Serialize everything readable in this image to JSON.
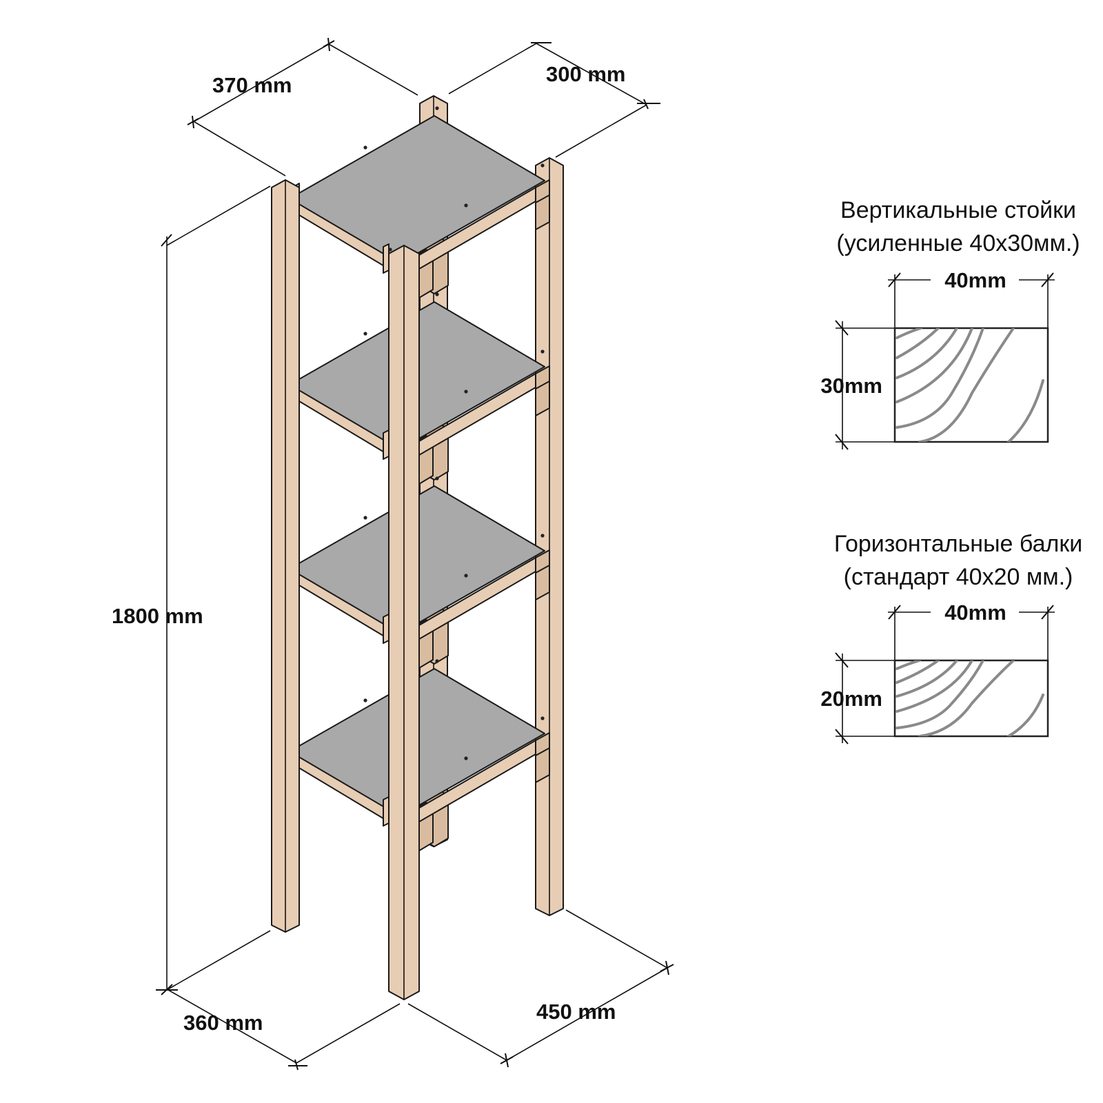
{
  "dimensions": {
    "depth_top": "370 mm",
    "width_top": "300 mm",
    "height": "1800 mm",
    "depth_bottom": "360 mm",
    "width_bottom": "450 mm"
  },
  "sections": [
    {
      "title": "Вертикальные стойки",
      "subtitle": "(усиленные 40х30мм.)",
      "width_label": "40mm",
      "height_label": "30mm"
    },
    {
      "title": "Горизонтальные балки",
      "subtitle": "(стандарт 40х20 мм.)",
      "width_label": "40mm",
      "height_label": "20mm"
    }
  ],
  "colors": {
    "wood": "#e7cdb4",
    "shelf": "#a9a9a9"
  }
}
